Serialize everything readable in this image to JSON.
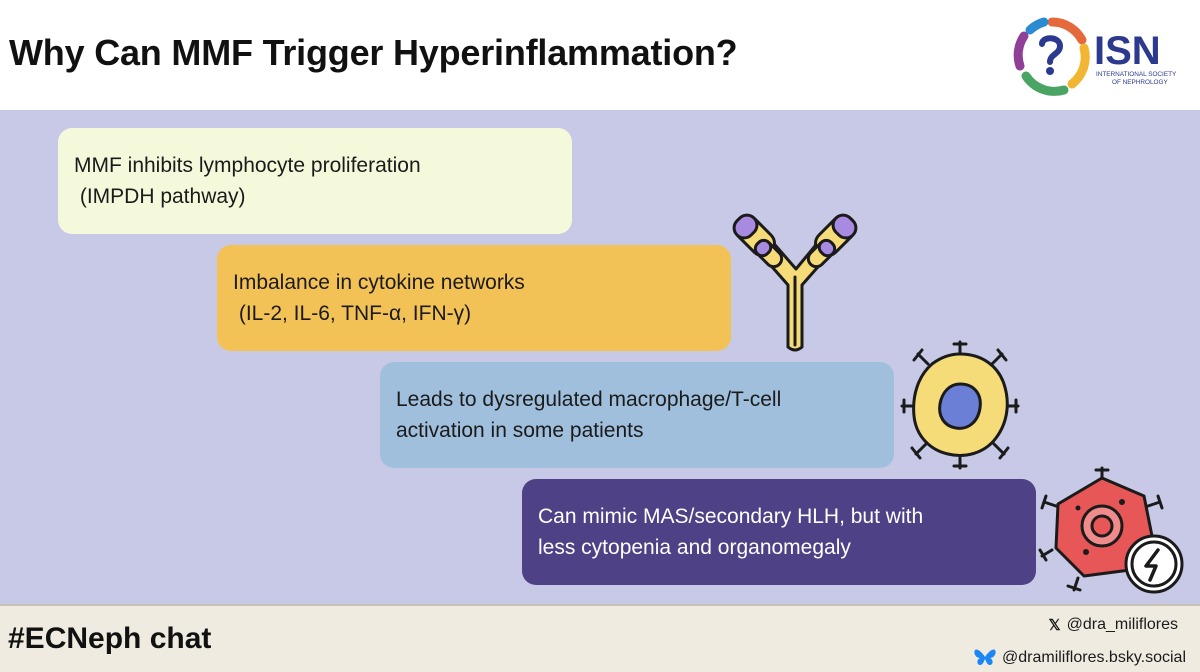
{
  "header": {
    "title": "Why Can MMF Trigger Hyperinflammation?",
    "logo": {
      "abbr": "ISN",
      "line1": "INTERNATIONAL SOCIETY",
      "line2": "OF NEPHROLOGY"
    }
  },
  "cards": [
    {
      "line1": "MMF inhibits lymphocyte proliferation",
      "line2": " (IMPDH pathway)"
    },
    {
      "line1": "Imbalance in cytokine networks",
      "line2": " (IL-2, IL-6, TNF-α, IFN-γ)"
    },
    {
      "line1": "Leads to dysregulated macrophage/T-cell",
      "line2": "activation in some patients"
    },
    {
      "line1": "Can mimic MAS/secondary HLH, but with",
      "line2": "less cytopenia and organomegaly"
    }
  ],
  "footer": {
    "hashtag": "#ECNeph chat",
    "x_icon": "𝕏",
    "x_handle": "@dra_miliflores",
    "bsky_handle": "@dramiliflores.bsky.social"
  },
  "colors": {
    "background": "#c7c9e7",
    "card1": "#f5f9dc",
    "card2": "#f3c256",
    "card3": "#9fbfdd",
    "card4": "#4e4186",
    "logo_blue": "#2b3a8f",
    "footer": "#f0ebe0"
  },
  "icons": [
    "isn-logo-icon",
    "antibody-icon",
    "macrophage-icon",
    "activated-cell-icon",
    "bluesky-butterfly-icon",
    "x-logo-icon"
  ]
}
